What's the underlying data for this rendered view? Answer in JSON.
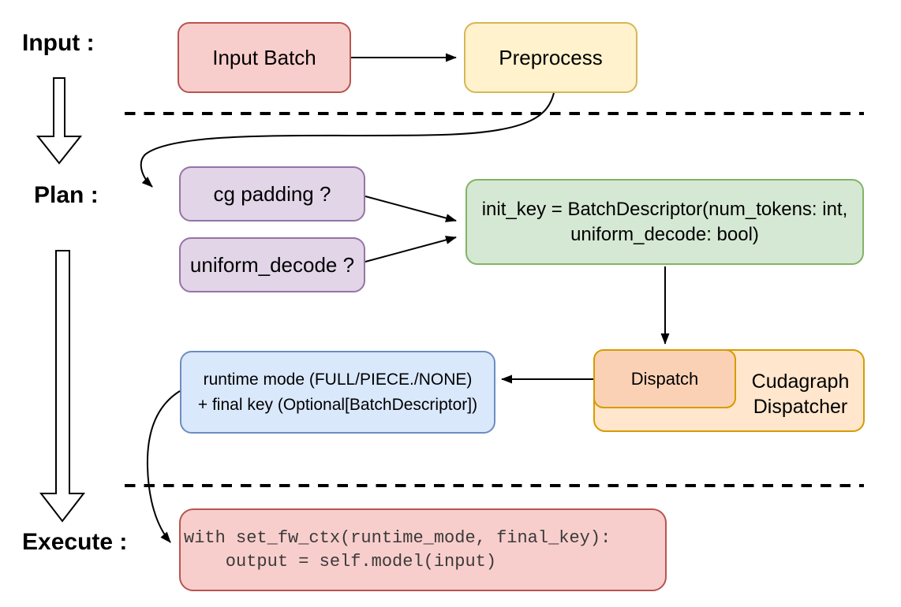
{
  "stages": {
    "input": "Input :",
    "plan": "Plan :",
    "execute": "Execute :"
  },
  "nodes": {
    "input_batch": "Input Batch",
    "preprocess": "Preprocess",
    "cg_padding": "cg padding ?",
    "uniform_decode": "uniform_decode ?",
    "init_key_line1": "init_key = BatchDescriptor(num_tokens: int,",
    "init_key_line2": "uniform_decode: bool)",
    "dispatch": "Dispatch",
    "dispatcher_line1": "Cudagraph",
    "dispatcher_line2": "Dispatcher",
    "runtime_line1": "runtime mode (FULL/PIECE./NONE)",
    "runtime_line2": "+ final key (Optional[BatchDescriptor])",
    "code_line1": "with set_fw_ctx(runtime_mode, final_key):",
    "code_line2": "    output = self.model(input)"
  },
  "colors": {
    "pink_fill": "#f8cecc",
    "pink_stroke": "#b85450",
    "yellow_fill": "#fff2cc",
    "yellow_stroke": "#d6b656",
    "purple_fill": "#e1d5e7",
    "purple_stroke": "#9673a6",
    "green_fill": "#d5e8d4",
    "green_stroke": "#82b366",
    "orange_fill": "#ffe6cc",
    "peach_fill": "#fbd1b6",
    "orange_stroke": "#d79b00",
    "blue_fill": "#dae8fc",
    "blue_stroke": "#6c8ebf",
    "connector": "#000000"
  }
}
